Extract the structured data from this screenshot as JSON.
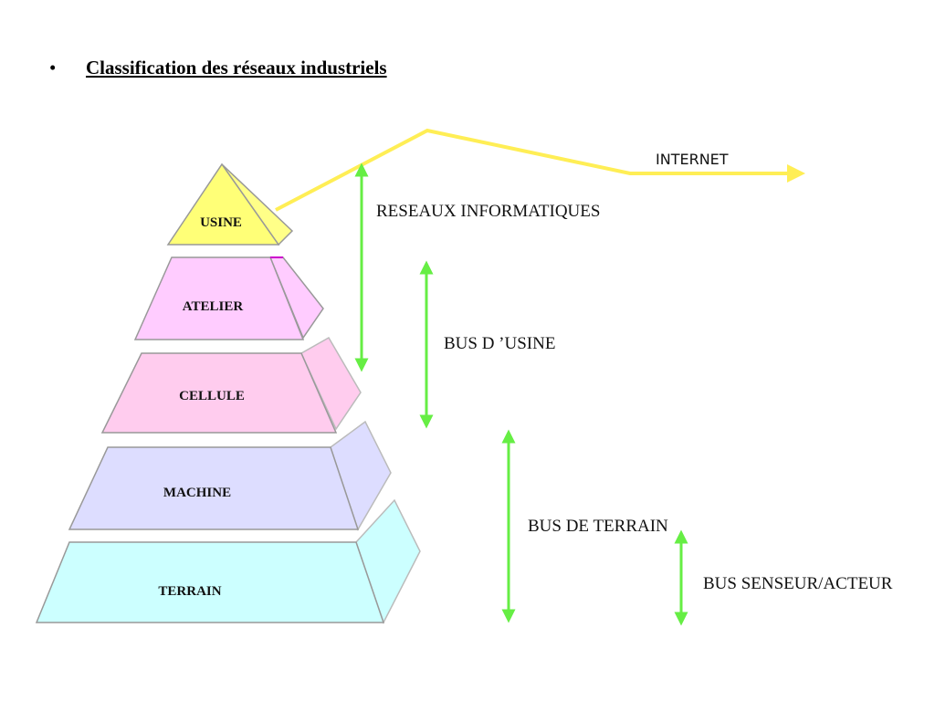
{
  "heading": {
    "bullet": "•",
    "title": "Classification des réseaux industriels"
  },
  "levels": [
    {
      "label": "USINE",
      "color": "#ffff88"
    },
    {
      "label": "ATELIER",
      "color": "#ffccff"
    },
    {
      "label": "CELLULE",
      "color": "#ffcce6"
    },
    {
      "label": "MACHINE",
      "color": "#ddddff"
    },
    {
      "label": "TERRAIN",
      "color": "#ccffff"
    }
  ],
  "networks": {
    "internet": "INTERNET",
    "reseaux_informatiques": "RESEAUX INFORMATIQUES",
    "bus_usine": "BUS D ’USINE",
    "bus_terrain": "BUS DE TERRAIN",
    "bus_senseur": "BUS SENSEUR/ACTEUR"
  },
  "colors": {
    "arrow": "#66ee44",
    "internet_line": "#ffee55",
    "outline": "#999999"
  }
}
